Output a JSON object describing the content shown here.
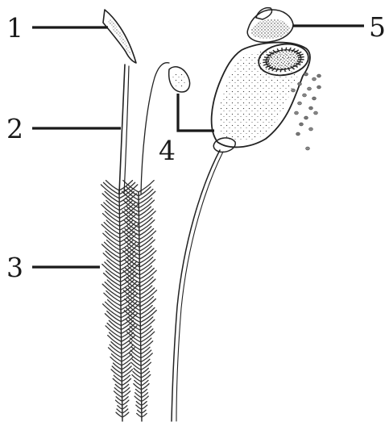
{
  "labels": {
    "l1": "1",
    "l2": "2",
    "l3": "3",
    "l4": "4",
    "l5": "5"
  },
  "colors": {
    "ink": "#222222",
    "background": "#ffffff"
  }
}
